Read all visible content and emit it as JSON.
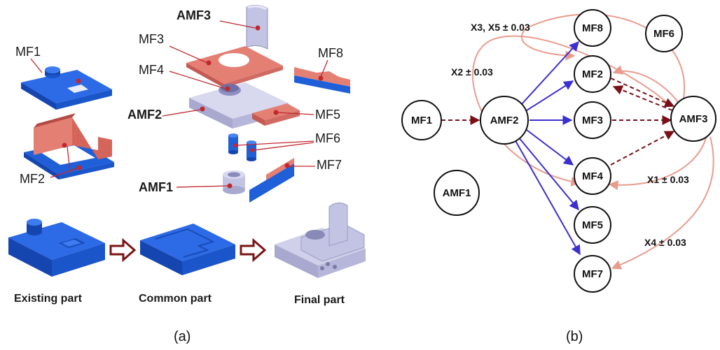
{
  "colors": {
    "feature_red": "#e47f74",
    "feature_blue": "#1f5fd8",
    "additive_lav": "#c3c3e3",
    "arrow_dark": "#7a1414",
    "leader_red": "#c0282e",
    "graph_blue": "#3b2fd0",
    "graph_dark": "#7a0f16",
    "graph_salmon": "#e99c8e"
  },
  "panel_a": {
    "labels": {
      "mf1": "MF1",
      "mf2": "MF2",
      "mf3": "MF3",
      "mf4": "MF4",
      "mf5": "MF5",
      "mf6": "MF6",
      "mf7": "MF7",
      "mf8": "MF8",
      "amf1": "AMF1",
      "amf2": "AMF2",
      "amf3": "AMF3"
    },
    "stages": {
      "existing": "Existing part",
      "common": "Common part",
      "final": "Final part"
    },
    "caption": "(a)"
  },
  "panel_b": {
    "nodes": [
      {
        "id": "MF8",
        "label": "MF8"
      },
      {
        "id": "MF6",
        "label": "MF6"
      },
      {
        "id": "MF2",
        "label": "MF2"
      },
      {
        "id": "MF1",
        "label": "MF1"
      },
      {
        "id": "AMF2",
        "label": "AMF2"
      },
      {
        "id": "MF3",
        "label": "MF3"
      },
      {
        "id": "AMF3",
        "label": "AMF3"
      },
      {
        "id": "AMF1",
        "label": "AMF1"
      },
      {
        "id": "MF4",
        "label": "MF4"
      },
      {
        "id": "MF5",
        "label": "MF5"
      },
      {
        "id": "MF7",
        "label": "MF7"
      }
    ],
    "tolerances": {
      "t1": "X3, X5 ± 0.03",
      "t2": "X2 ± 0.03",
      "t3": "X1 ± 0.03",
      "t4": "X4 ± 0.03"
    },
    "caption": "(b)"
  }
}
